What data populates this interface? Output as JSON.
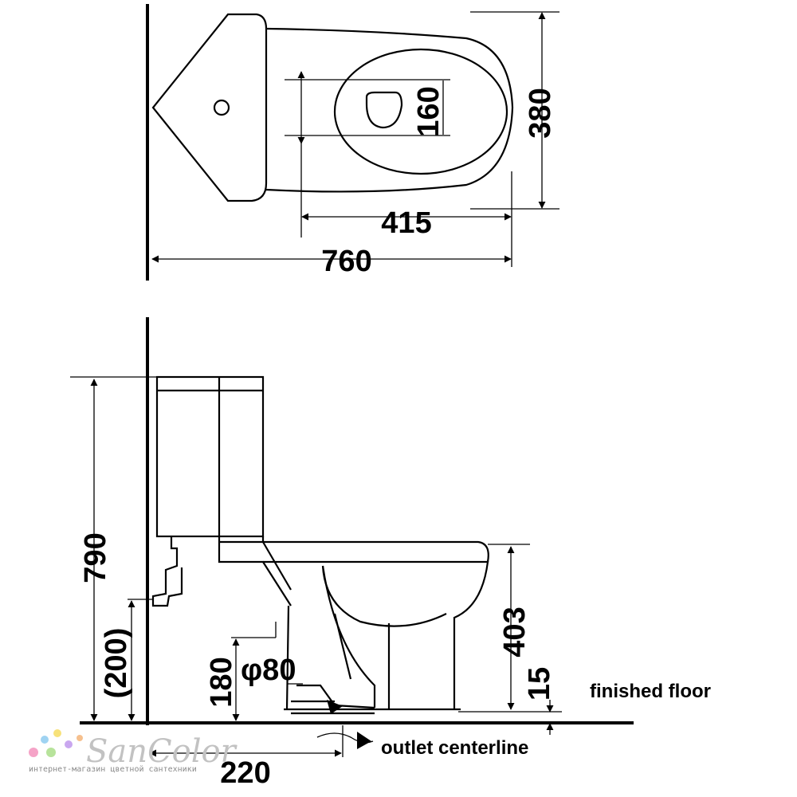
{
  "dimensions": {
    "top_total_length": "760",
    "top_bowl_length": "415",
    "top_width": "380",
    "top_opening": "160",
    "side_height": "790",
    "side_supply_height": "(200)",
    "side_outlet_height": "180",
    "side_outlet_diameter": "φ80",
    "side_seat_height": "403",
    "side_floor_offset": "15",
    "side_outlet_distance": "220"
  },
  "labels": {
    "finished_floor": "finished floor",
    "outlet_centerline": "outlet centerline"
  },
  "logo": {
    "name": "SanColor",
    "tagline": "интернет-магазин цветной сантехники",
    "dot_colors": [
      "#f5a3c7",
      "#9fd3f2",
      "#f7e27a",
      "#b7e39b",
      "#c9a7ef",
      "#f6c08e"
    ]
  }
}
